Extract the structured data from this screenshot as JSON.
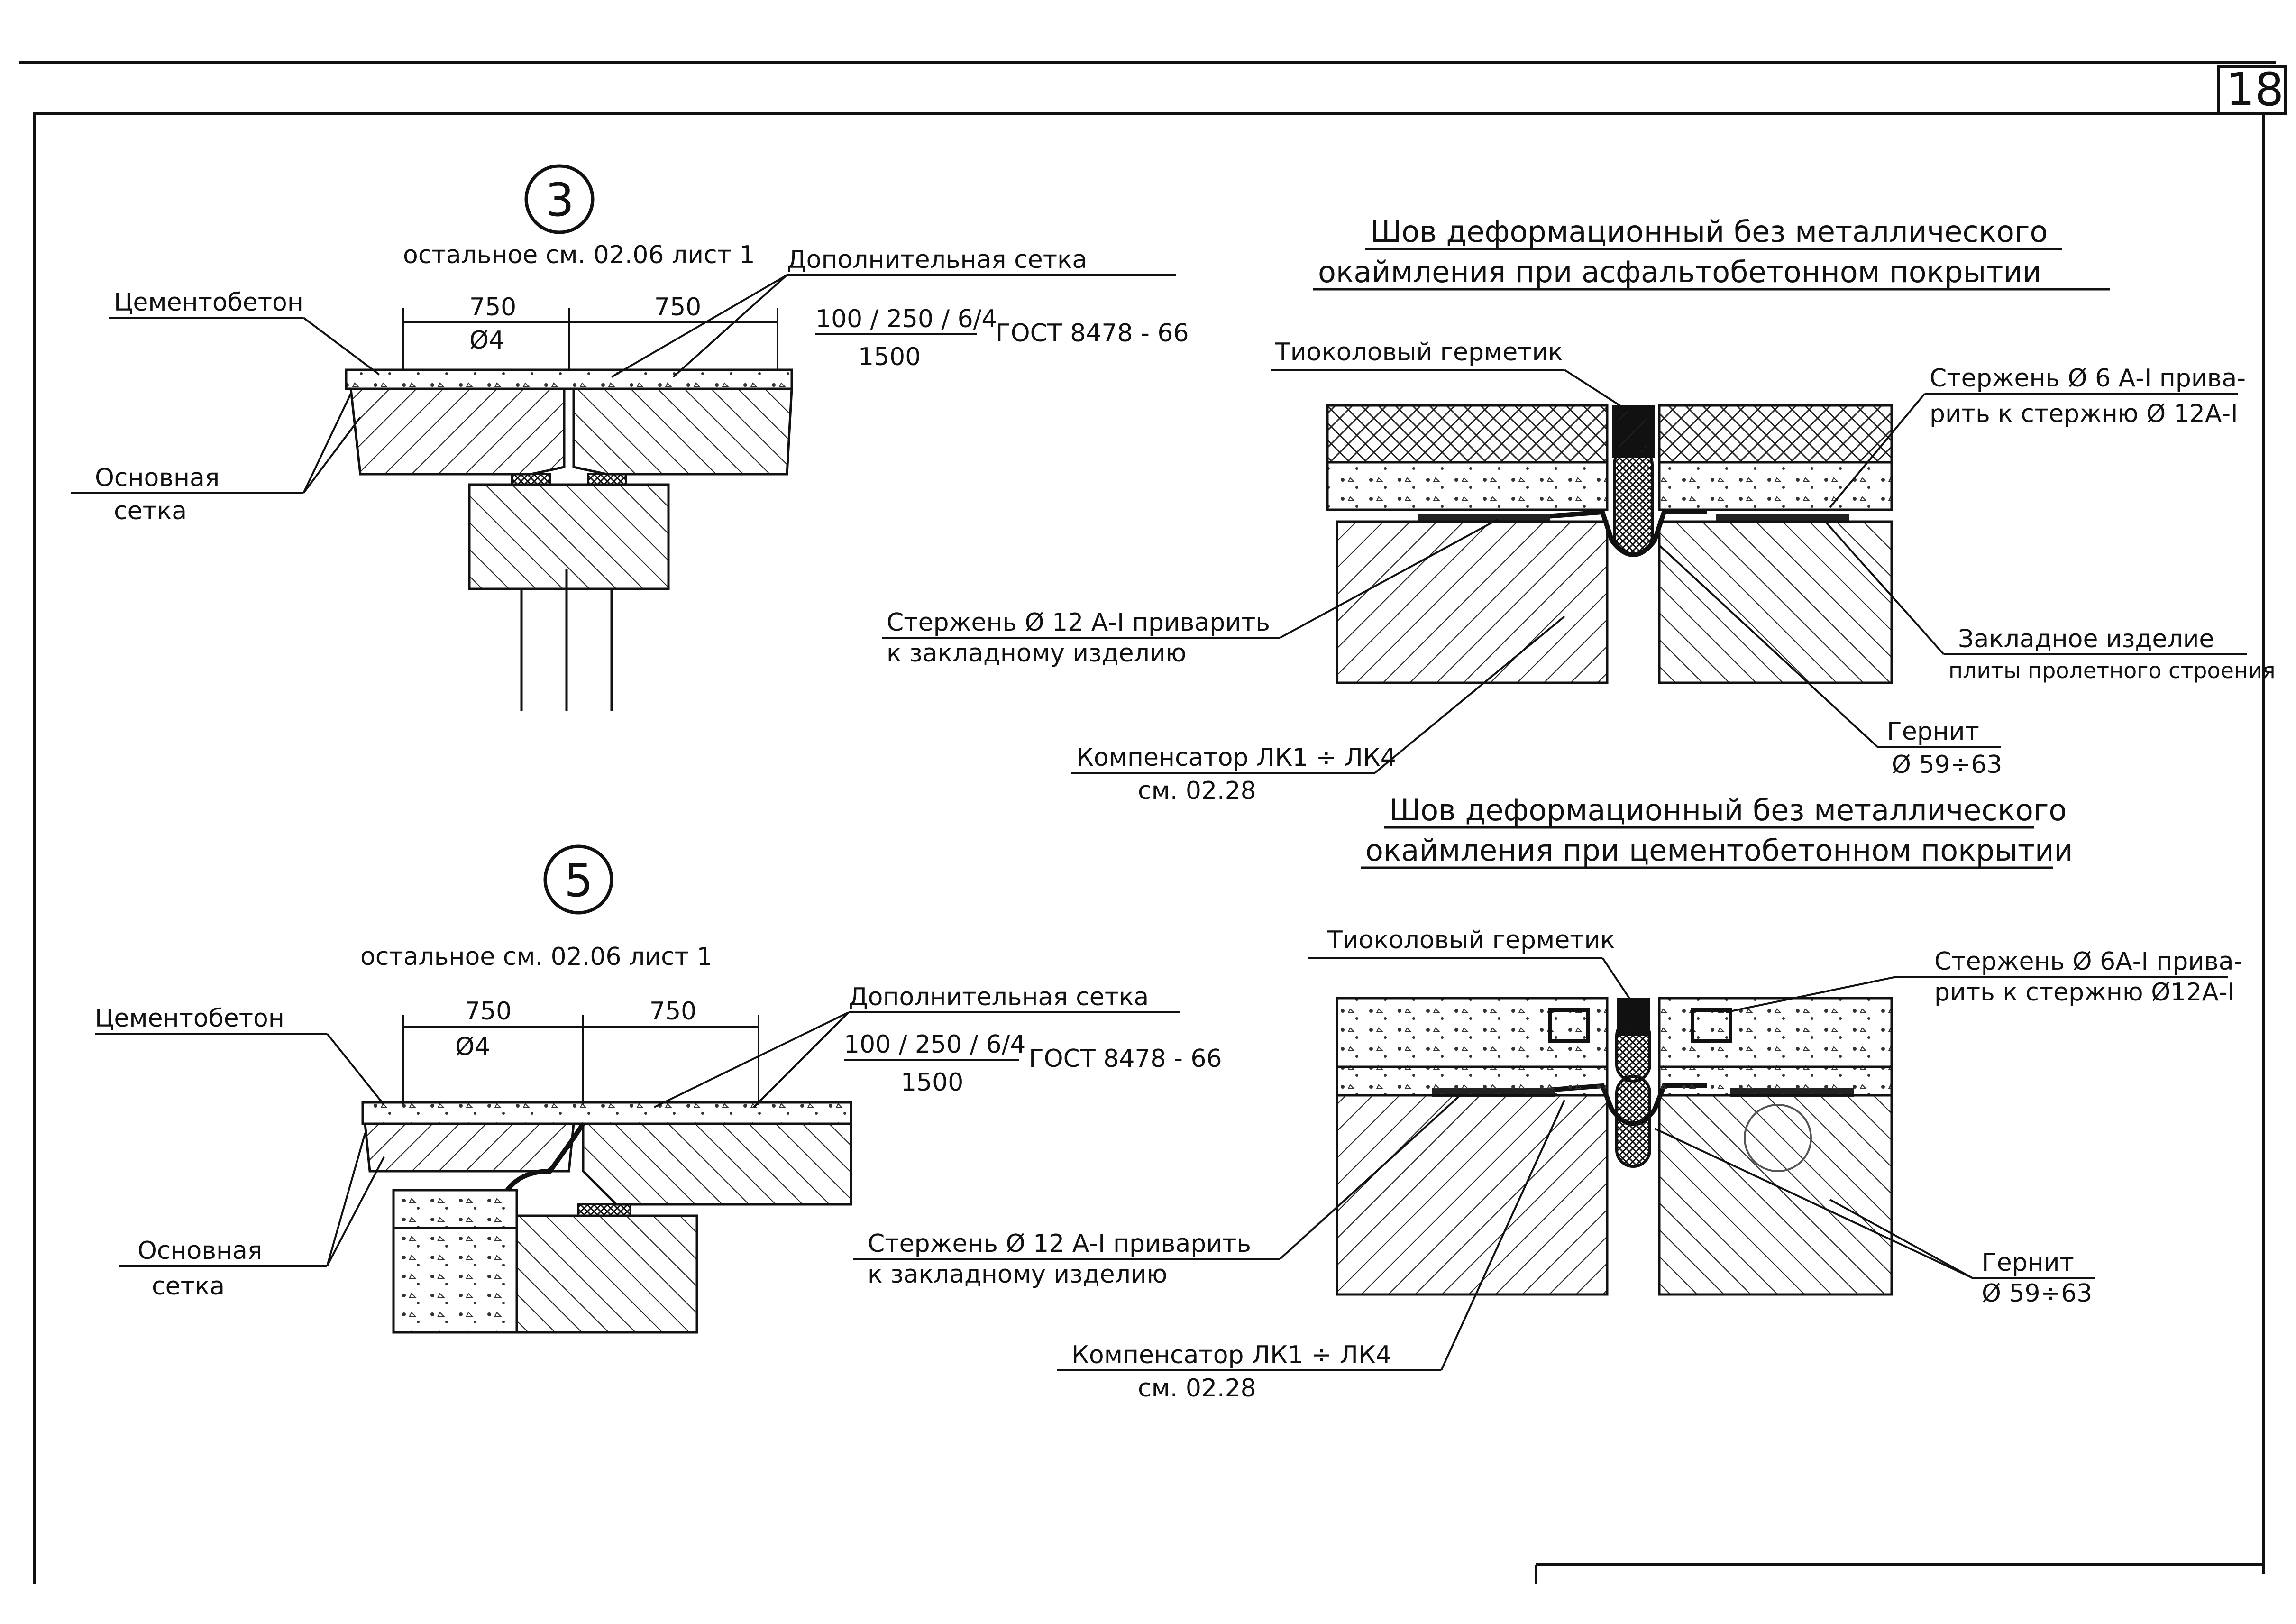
{
  "sheet": {
    "number": "18"
  },
  "detail3": {
    "marker": "3",
    "note": "остальное см. 02.06 лист 1",
    "dim_left": "750",
    "dim_right": "750",
    "bar_dia": "Ø4",
    "label_concrete": "Цементобетон",
    "label_main_mesh_1": "Основная",
    "label_main_mesh_2": "сетка",
    "add_mesh_title": "Дополнительная сетка",
    "add_mesh_spec": "100 / 250 / 6/4",
    "add_mesh_len": "1500",
    "add_mesh_std": "ГОСТ 8478 - 66"
  },
  "detail5": {
    "marker": "5",
    "note": "остальное см. 02.06 лист 1",
    "dim_left": "750",
    "dim_right": "750",
    "bar_dia": "Ø4",
    "label_concrete": "Цементобетон",
    "label_main_mesh_1": "Основная",
    "label_main_mesh_2": "сетка",
    "add_mesh_title": "Дополнительная сетка",
    "add_mesh_spec": "100 / 250 / 6/4",
    "add_mesh_len": "1500",
    "add_mesh_std": "ГОСТ 8478 - 66"
  },
  "joint_asphalt": {
    "title_1": "Шов деформационный без металлического",
    "title_2": "окаймления при асфальтобетонном покрытии",
    "sealant": "Тиоколовый герметик",
    "rod6_1": "Стержень Ø 6 А-I прива-",
    "rod6_2": "рить к стержню Ø 12А-I",
    "rod12_1": "Стержень Ø 12 А-I приварить",
    "rod12_2": "к закладному изделию",
    "embed_1": "Закладное изделие",
    "embed_2": "плиты пролетного строения",
    "gernit_1": "Гернит",
    "gernit_2": "Ø 59÷63",
    "comp_1": "Компенсатор ЛК1 ÷ ЛК4",
    "comp_2": "см. 02.28"
  },
  "joint_cement": {
    "title_1": "Шов деформационный без металлического",
    "title_2": "окаймления при цементобетонном покрытии",
    "sealant": "Тиоколовый герметик",
    "rod6_1": "Стержень Ø 6А-I прива-",
    "rod6_2": "рить к стержню Ø12А-I",
    "rod12_1": "Стержень Ø 12 А-I приварить",
    "rod12_2": "к закладному изделию",
    "gernit_1": "Гернит",
    "gernit_2": "Ø 59÷63",
    "comp_1": "Компенсатор ЛК1 ÷ ЛК4",
    "comp_2": "см. 02.28"
  }
}
